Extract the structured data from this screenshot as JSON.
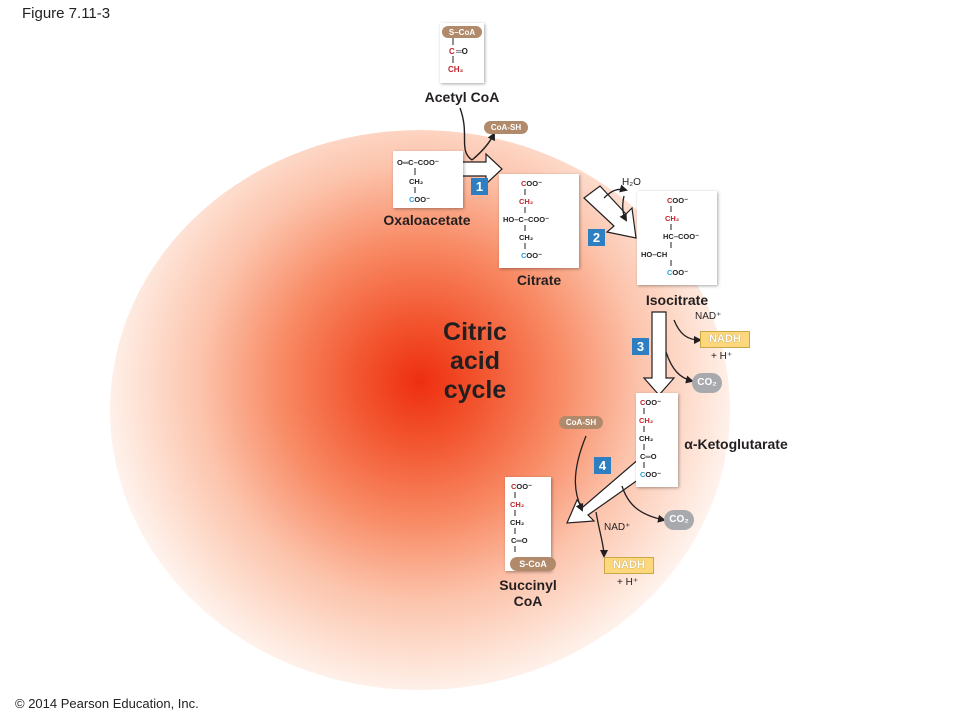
{
  "figure_title": "Figure 7.11-3",
  "copyright": "© 2014 Pearson Education, Inc.",
  "cycle_label": [
    "Citric",
    "acid",
    "cycle"
  ],
  "molecules": {
    "acetyl_coa": "Acetyl CoA",
    "oxaloacetate": "Oxaloacetate",
    "citrate": "Citrate",
    "isocitrate": "Isocitrate",
    "alpha_ketoglutarate": "α-Ketoglutarate",
    "succinyl_coa": [
      "Succinyl",
      "CoA"
    ]
  },
  "steps": [
    "1",
    "2",
    "3",
    "4"
  ],
  "cofactors": {
    "coa_sh": "CoA-SH",
    "s_coa": "S-CoA",
    "nad_plus": "NAD⁺",
    "nadh": "NADH",
    "h_plus": "+ H⁺",
    "co2": "CO₂",
    "h2o": "H₂O"
  },
  "colors": {
    "carbon_red": "#c1272d",
    "carbon_blue": "#2aa0d8",
    "coa_pill": "#b08a6a",
    "step_badge": "#2e7fc1",
    "nadh_fill": "#fdd77b",
    "co2_fill": "#a7a9ac",
    "cycle_glow": "#ee2e10"
  }
}
